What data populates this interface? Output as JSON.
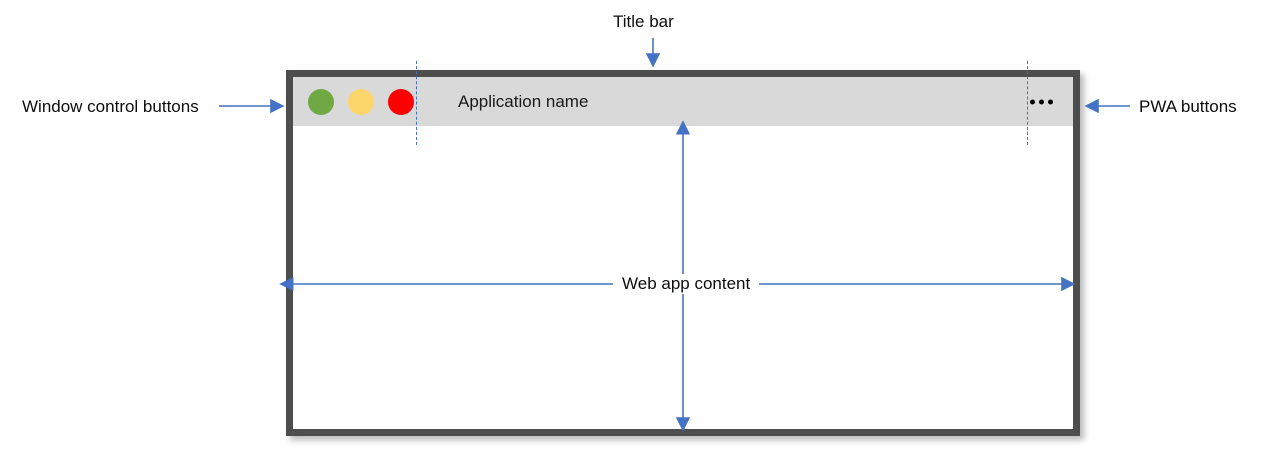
{
  "diagram": {
    "title_label": "Title bar",
    "window_controls_label": "Window control buttons",
    "pwa_label": "PWA buttons",
    "web_content_label": "Web app content"
  },
  "window": {
    "app_name": "Application name",
    "controls": [
      {
        "name": "minimize",
        "color": "#70a844"
      },
      {
        "name": "maximize",
        "color": "#fcd66b"
      },
      {
        "name": "close",
        "color": "#ff0000"
      }
    ],
    "pwa_menu_icon": "ellipsis-icon",
    "border_color": "#4d4d4d",
    "title_bar_color": "#d9d9d9",
    "content_color": "#ffffff"
  },
  "annotations": {
    "accent_color": "#4472C4",
    "dash_color": "#4472C4"
  }
}
